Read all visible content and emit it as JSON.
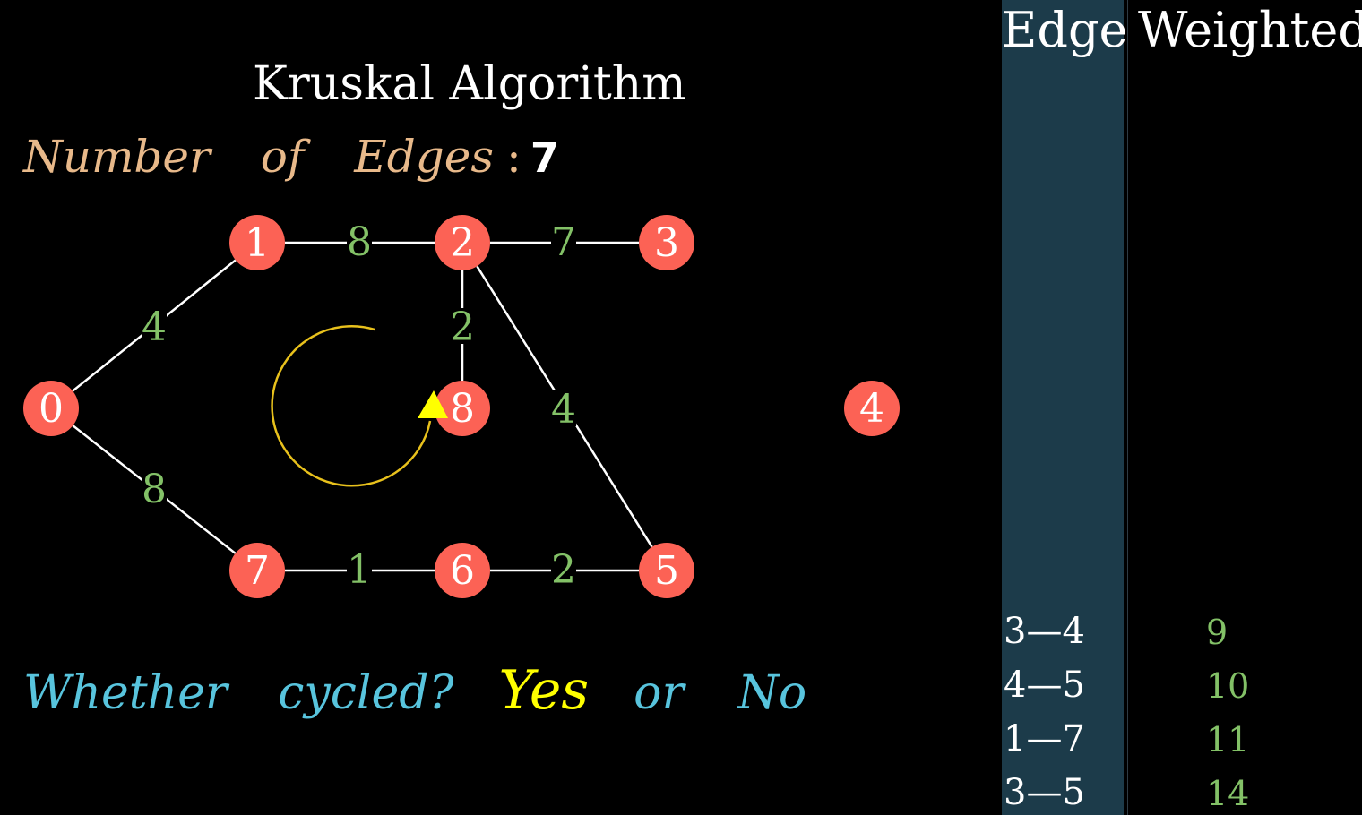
{
  "title": "Kruskal Algorithm",
  "edge_count": {
    "label": "Number of Edges",
    "colon": ":",
    "value": "7"
  },
  "question": {
    "text": "Whether cycled?",
    "yes": "Yes",
    "or": "or",
    "no": "No"
  },
  "colors": {
    "node_fill": "#fc6255",
    "edge_line": "#ffffff",
    "weight_label": "#83c167",
    "cycle_arc": "#e8c11c",
    "highlight": "#ffff00",
    "label_orange": "#e8b98a",
    "label_blue": "#58c4dd",
    "panel_bg": "#1c3b4a"
  },
  "graph": {
    "nodes": [
      {
        "id": "0",
        "label": "0"
      },
      {
        "id": "1",
        "label": "1"
      },
      {
        "id": "2",
        "label": "2"
      },
      {
        "id": "3",
        "label": "3"
      },
      {
        "id": "4",
        "label": "4"
      },
      {
        "id": "5",
        "label": "5"
      },
      {
        "id": "6",
        "label": "6"
      },
      {
        "id": "7",
        "label": "7"
      },
      {
        "id": "8",
        "label": "8"
      }
    ],
    "edges": [
      {
        "from": "1",
        "to": "2",
        "weight": "8"
      },
      {
        "from": "2",
        "to": "3",
        "weight": "7"
      },
      {
        "from": "0",
        "to": "1",
        "weight": "4"
      },
      {
        "from": "2",
        "to": "8",
        "weight": "2"
      },
      {
        "from": "2",
        "to": "5",
        "weight": "4"
      },
      {
        "from": "0",
        "to": "7",
        "weight": "8"
      },
      {
        "from": "7",
        "to": "6",
        "weight": "1"
      },
      {
        "from": "6",
        "to": "5",
        "weight": "2"
      }
    ]
  },
  "table": {
    "edge_header": "Edge",
    "weight_header": "Weighted",
    "rows": [
      {
        "edge": "3—4",
        "weight": "9"
      },
      {
        "edge": "4—5",
        "weight": "10"
      },
      {
        "edge": "1—7",
        "weight": "11"
      },
      {
        "edge": "3—5",
        "weight": "14"
      }
    ]
  }
}
